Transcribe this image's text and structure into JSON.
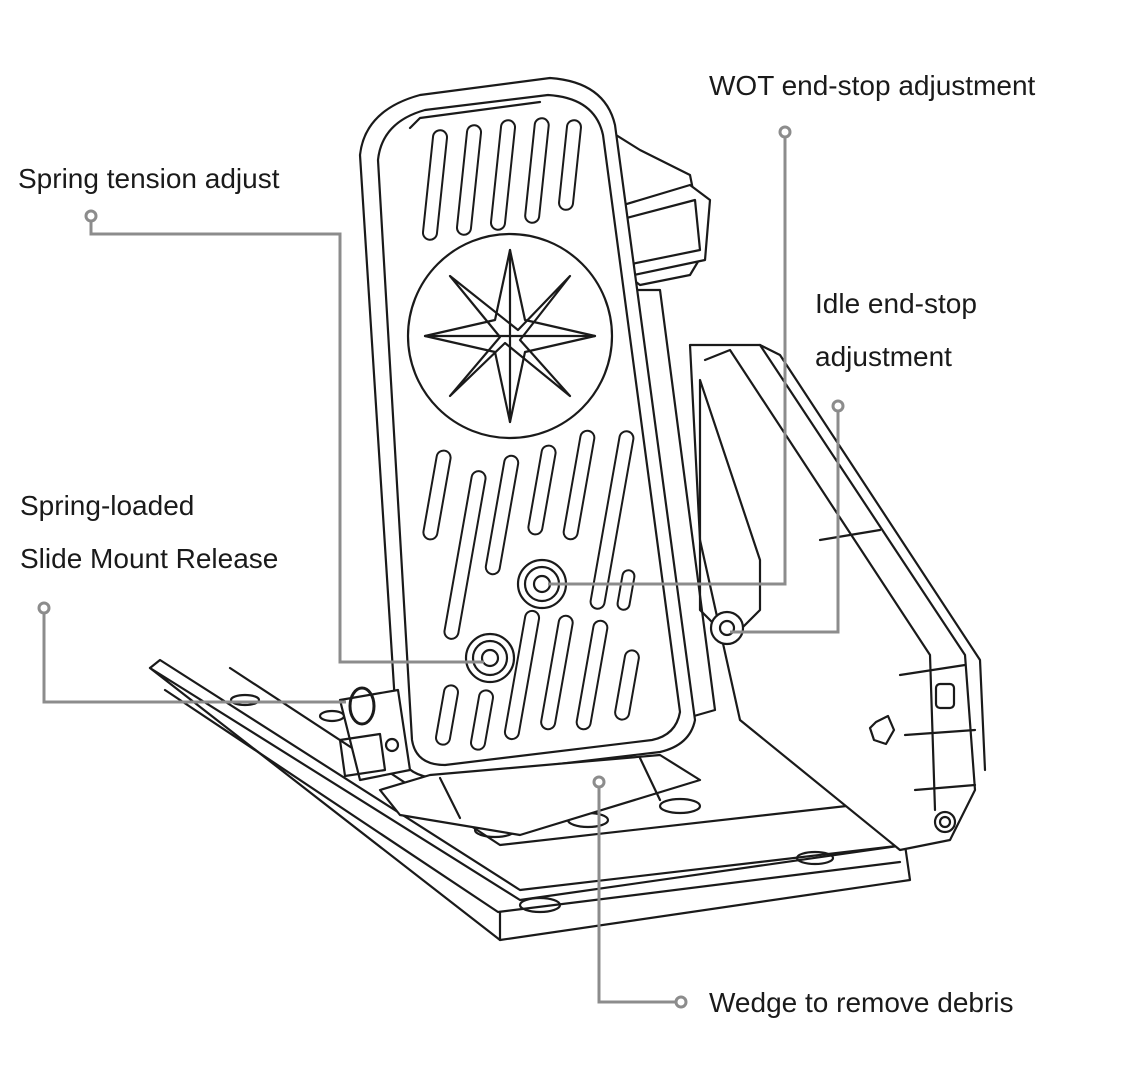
{
  "diagram": {
    "labels": {
      "wot": "WOT end-stop adjustment",
      "spring_tension": "Spring tension adjust",
      "idle_line1": "Idle end-stop",
      "idle_line2": "adjustment",
      "slide_line1": "Spring-loaded",
      "slide_line2": "Slide Mount Release",
      "wedge": "Wedge to remove debris"
    },
    "colors": {
      "ink": "#1a1a1a",
      "leader": "#8c8c8c"
    }
  }
}
